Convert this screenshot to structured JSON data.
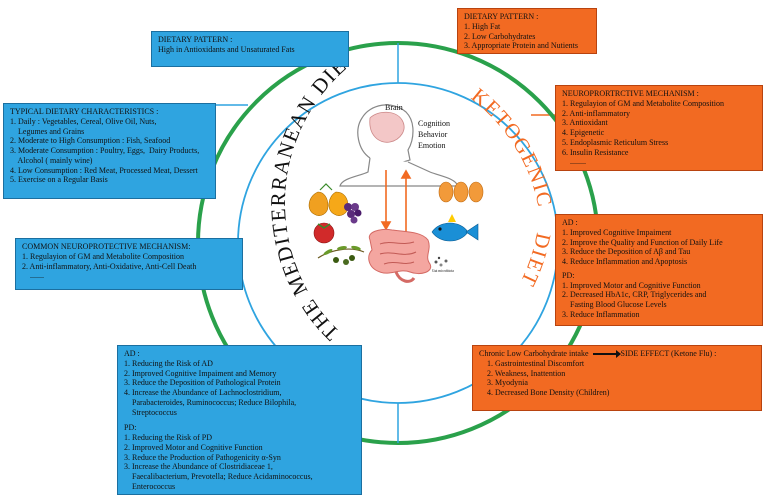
{
  "center": {
    "brain_label": "Brain",
    "brain_functions": [
      "Cognition",
      "Behavior",
      "Emotion"
    ],
    "left_arc_title": "THE MEDITERRANEAN DIET",
    "right_arc_title_1": "KETOGENIC",
    "right_arc_title_2": "DIET",
    "colors": {
      "ring": "#2aa14b",
      "left_text": "#111111",
      "right_text": "#f26a22",
      "blue": "#2fa4e0",
      "orange": "#f26a22"
    }
  },
  "med_pattern": {
    "title": "DIETARY PATTERN :",
    "text": "High in Antioxidants and Unsaturated Fats"
  },
  "med_characteristics": {
    "title": "TYPICAL DIETARY CHARACTERISTICS :",
    "items": [
      "1. Daily : Vegetables, Cereal, Olive Oil, Nuts,",
      "    Legumes and Grains",
      "2. Moderate to High Consumption : Fish, Seafood",
      "3. Moderate Consumption : Poultry, Eggs,  Dairy Products,",
      "    Alcohol ( mainly wine)",
      "4. Low Consumption : Red Meat, Processed Meat, Dessert",
      "5. Exercise on a Regular Basis"
    ]
  },
  "common_mech": {
    "title": "COMMON NEUROPROTECTIVE MECHANISM:",
    "items": [
      "1. Regulayion of GM and Metabolite Composition",
      "2. Anti-inflammatory, Anti-Oxidative, Anti-Cell Death",
      "    ......."
    ]
  },
  "med_ad_pd": {
    "ad_title": "AD :",
    "ad_items": [
      "1. Reducing the Risk of AD",
      "2. Improved Cognitive Impaiment and Memory",
      "3. Reduce the Deposition of Pathological Protein",
      "4. Increase the Abundance of Lachnoclostridium,",
      "    Parabacteroides, Ruminococcus; Reduce Bilophila,",
      "    Streptococcus"
    ],
    "pd_title": "PD:",
    "pd_items": [
      "1. Reducing the Risk of PD",
      "2. Improved Motor and Cognitive Function",
      "3. Reduce the Production of Pathogenicity α-Syn",
      "3. Increase the Abundance of Clostridiaceae 1,",
      "    Faecalibacterium, Prevotella; Reduce Acidaminococcus,",
      "    Enterococcus"
    ]
  },
  "keto_pattern": {
    "title": "DIETARY PATTERN :",
    "items": [
      "1. High Fat",
      "2. Low Carbohydrates",
      "3. Appropriate Protein and Nutients"
    ]
  },
  "keto_mech": {
    "title": "NEUROPRORTRCTIVE MECHANISM :",
    "items": [
      "1. Regulayion of GM and Metabolite Composition",
      "2. Anti-inflammatory",
      "3. Antioxidant",
      "4. Epigenetic",
      "5. Endoplasmic Reticulum Stress",
      "6. Insulin Resistance",
      "    ........"
    ]
  },
  "keto_ad_pd": {
    "ad_title": "AD :",
    "ad_items": [
      "1. Improved Cognitive Impaiment",
      "2. Improve the Quality and Function of Daily Life",
      "3. Reduce the Deposition of Aβ and Tau",
      "4. Reduce Inflammation and Apoptosis"
    ],
    "pd_title": "PD:",
    "pd_items": [
      "1. Improved Motor and Cognitive Function",
      "2. Decreased HbA1c, CRP, Triglycerides and",
      "    Fasting Blood Glucose Levels",
      "3. Reduce Inflammation"
    ]
  },
  "keto_side": {
    "title_left": "Chronic Low Carbohydrate intake",
    "title_right": "SIDE EFFECT (Ketone Flu) :",
    "items": [
      "1. Gastrointestinal Discomfort",
      "2. Weakness, Inattention",
      "3. Myodynia",
      "4. Decreased Bone Density (Children)"
    ]
  },
  "gut_label": "Gut microbiota"
}
